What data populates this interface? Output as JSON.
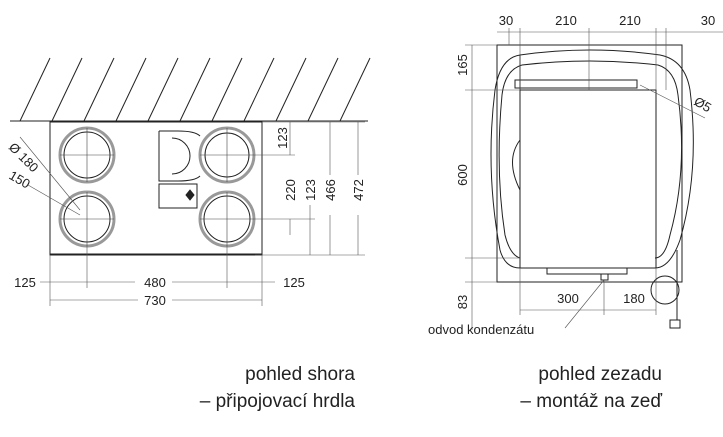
{
  "top_view": {
    "dims": {
      "left_offset": "125",
      "center": "480",
      "right_offset": "125",
      "width": "730",
      "d123_top": "123",
      "d220": "220",
      "d123": "123",
      "d466": "466",
      "d472": "472",
      "outer_diameter": "Ø 180",
      "inner_diameter": "150"
    },
    "caption_line1": "pohled shora",
    "caption_line2": "– připojovací hrdla"
  },
  "back_view": {
    "dims": {
      "d30_left": "30",
      "d210_left": "210",
      "d210_right": "210",
      "d30_right": "30",
      "d165": "165",
      "d600": "600",
      "d83": "83",
      "d300": "300",
      "d180": "180",
      "hole": "Ø5"
    },
    "condensate_label": "odvod kondenzátu",
    "caption_line1": "pohled zezadu",
    "caption_line2": "– montáž na zeď"
  }
}
